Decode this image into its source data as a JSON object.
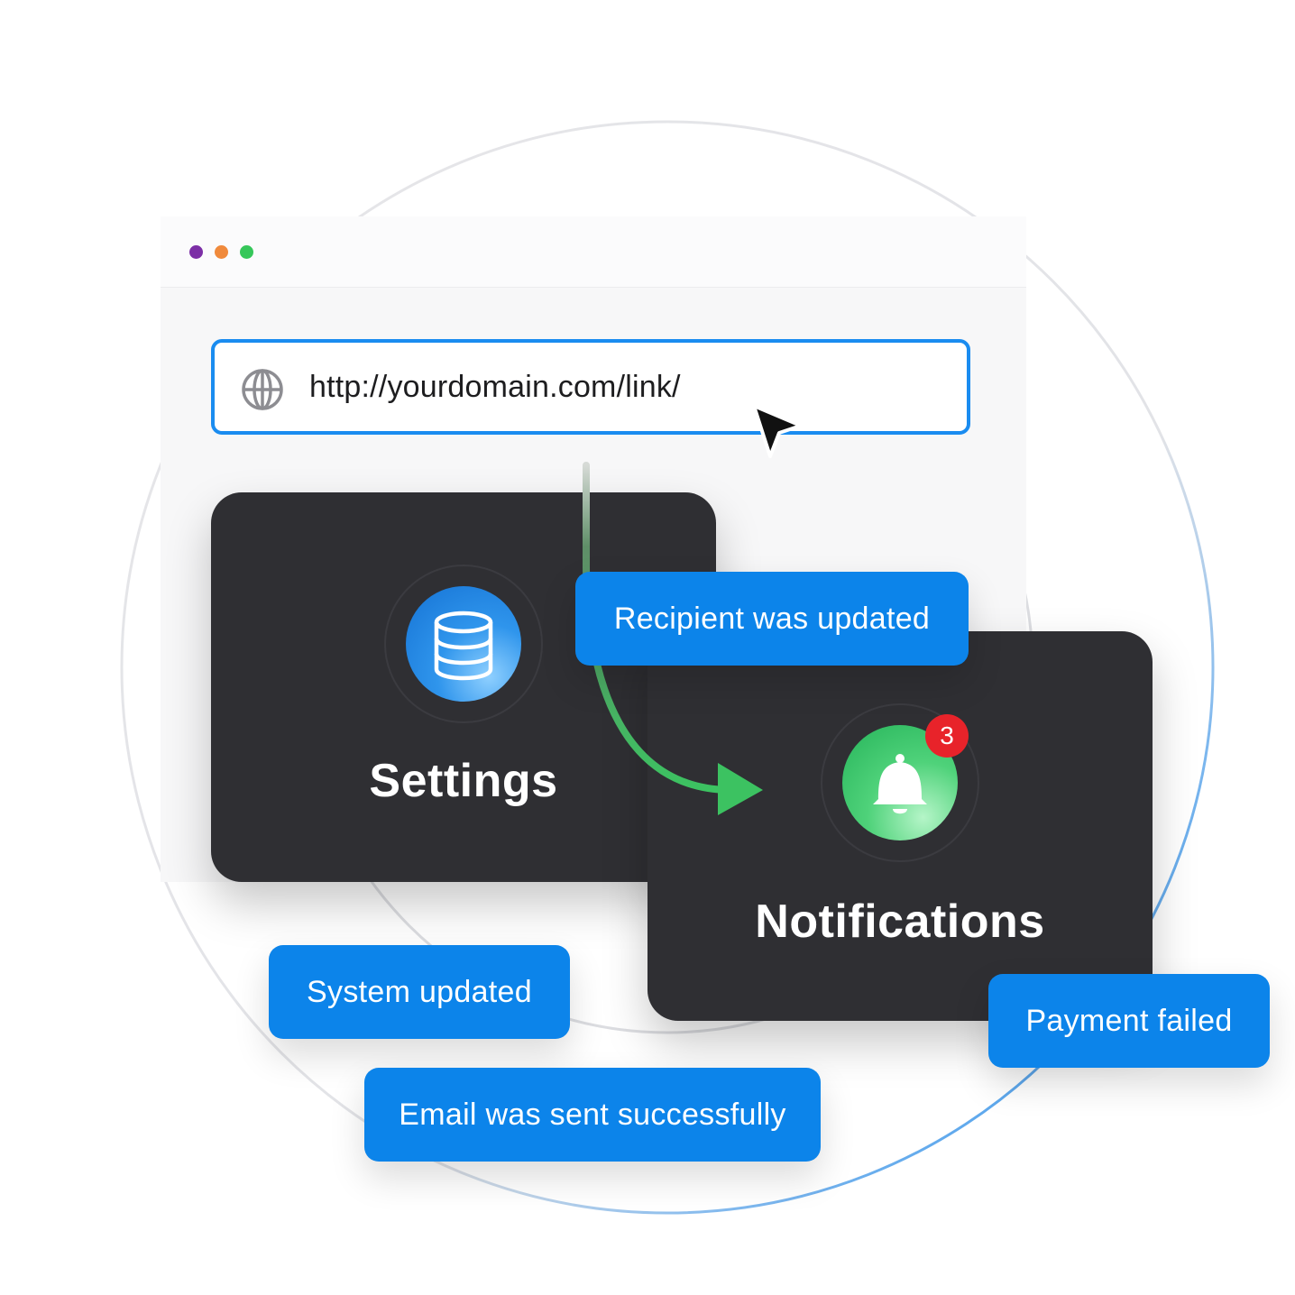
{
  "window": {
    "controls": [
      {
        "name": "dot-purple",
        "color": "#7c2fa6"
      },
      {
        "name": "dot-orange",
        "color": "#f08a3c"
      },
      {
        "name": "dot-green",
        "color": "#36c75a"
      }
    ]
  },
  "address_bar": {
    "icon": "globe-icon",
    "url": "http://yourdomain.com/link/",
    "border_color": "#1a8cf0"
  },
  "cards": {
    "settings": {
      "icon": "database-icon",
      "title": "Settings"
    },
    "notifications": {
      "icon": "bell-icon",
      "title": "Notifications",
      "badge_count": "3"
    }
  },
  "toasts": {
    "recipient": "Recipient was updated",
    "system": "System updated",
    "email": "Email was sent successfully",
    "payment": "Payment failed"
  },
  "colors": {
    "accent": "#0c84ea",
    "card_bg": "#2f2f33",
    "arrow": "#3cc261",
    "badge": "#e8232a"
  }
}
